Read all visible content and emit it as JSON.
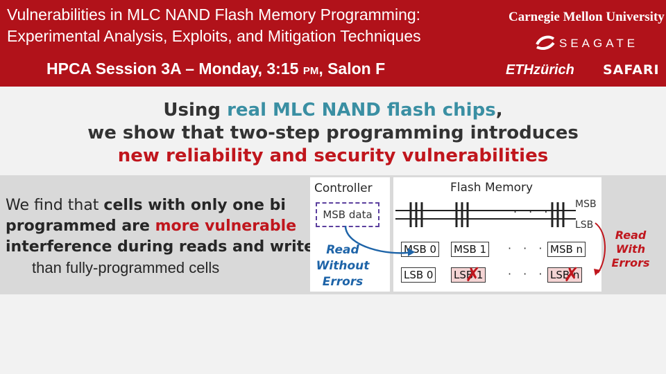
{
  "header": {
    "title_line1": "Vulnerabilities in MLC NAND Flash Memory Programming:",
    "title_line2": "Experimental Analysis, Exploits, and Mitigation Techniques",
    "session_main": "HPCA Session 3A – Monday, 3:15 ",
    "session_pm": "PM",
    "session_end": ", Salon F",
    "logos": {
      "cmu": "Carnegie Mellon University",
      "seagate": "SEAGATE",
      "eth": "ETHzürich",
      "safari": "SAFARI"
    }
  },
  "headline": {
    "l1_a": "Using ",
    "l1_b": "real MLC NAND flash chips",
    "l1_c": ",",
    "l2": "we show that two-step programming introduces",
    "l3": "new reliability and security vulnerabilities"
  },
  "findings": {
    "l1_a": "We find that ",
    "l1_b": "cells with only one bi",
    "l2_a": "programmed are ",
    "l2_b": "more vulnerable",
    "l3": "interference during reads and writes",
    "l4": "than fully-programmed cells"
  },
  "controller": {
    "label": "Controller",
    "msb_data": "MSB data",
    "read_l1": "Read",
    "read_l2": "Without",
    "read_l3": "Errors"
  },
  "flash": {
    "label": "Flash Memory",
    "msb": "MSB",
    "lsb": "LSB",
    "msb_pages": [
      "MSB 0",
      "MSB 1",
      "MSB n"
    ],
    "lsb_pages": [
      "LSB 0",
      "LSB 1",
      "LSB n"
    ],
    "dots": "· · ·",
    "ellipsis": ". . .",
    "x_mark": "✗"
  },
  "errors_label": {
    "l1": "Read",
    "l2": "With",
    "l3": "Errors"
  },
  "colors": {
    "banner": "#b1121a",
    "teal": "#3a8fa3",
    "red": "#c0161d",
    "blue": "#1e64a8"
  }
}
